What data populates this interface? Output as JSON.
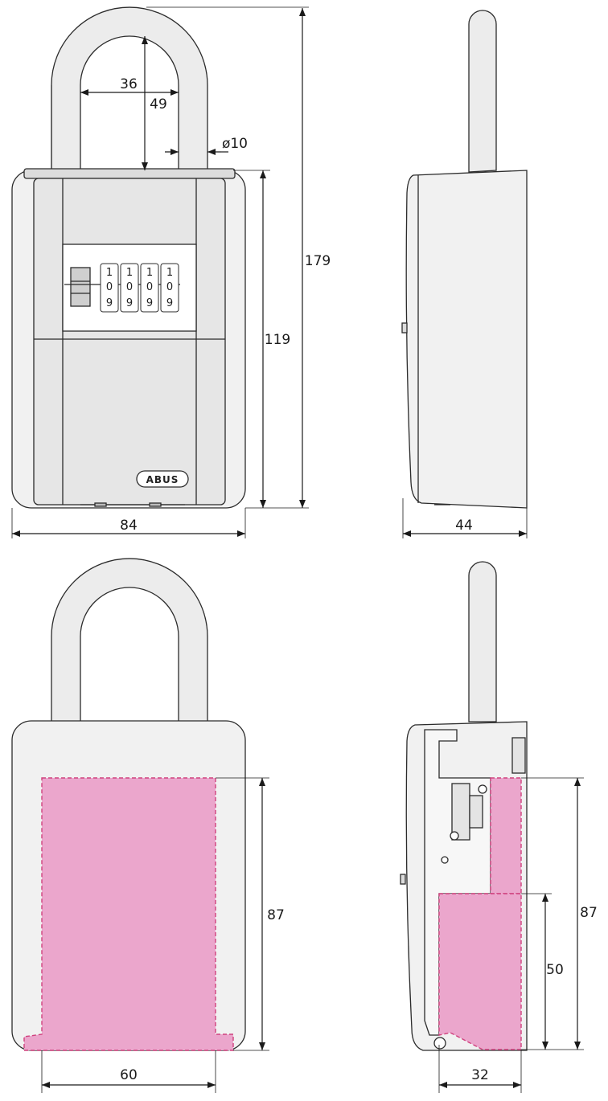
{
  "brand": "ABUS",
  "dial_digits": {
    "top": "1",
    "middle": "0",
    "bottom": "9"
  },
  "colors": {
    "capacity": "#eba6cc",
    "capacity_outline": "#d0427e",
    "body": "#f1f1f1",
    "line": "#1a1a1a"
  },
  "views": {
    "front": {
      "dims": {
        "shackle_inner_width": "36",
        "shackle_inner_height": "49",
        "shackle_diameter": "ø10",
        "overall_height": "179",
        "body_height": "119",
        "body_width": "84"
      }
    },
    "side": {
      "dims": {
        "depth": "44"
      }
    },
    "front_capacity": {
      "dims": {
        "inner_height": "87",
        "inner_width": "60"
      }
    },
    "side_capacity": {
      "dims": {
        "inner_height": "87",
        "lower_height": "50",
        "inner_depth": "32"
      }
    }
  }
}
